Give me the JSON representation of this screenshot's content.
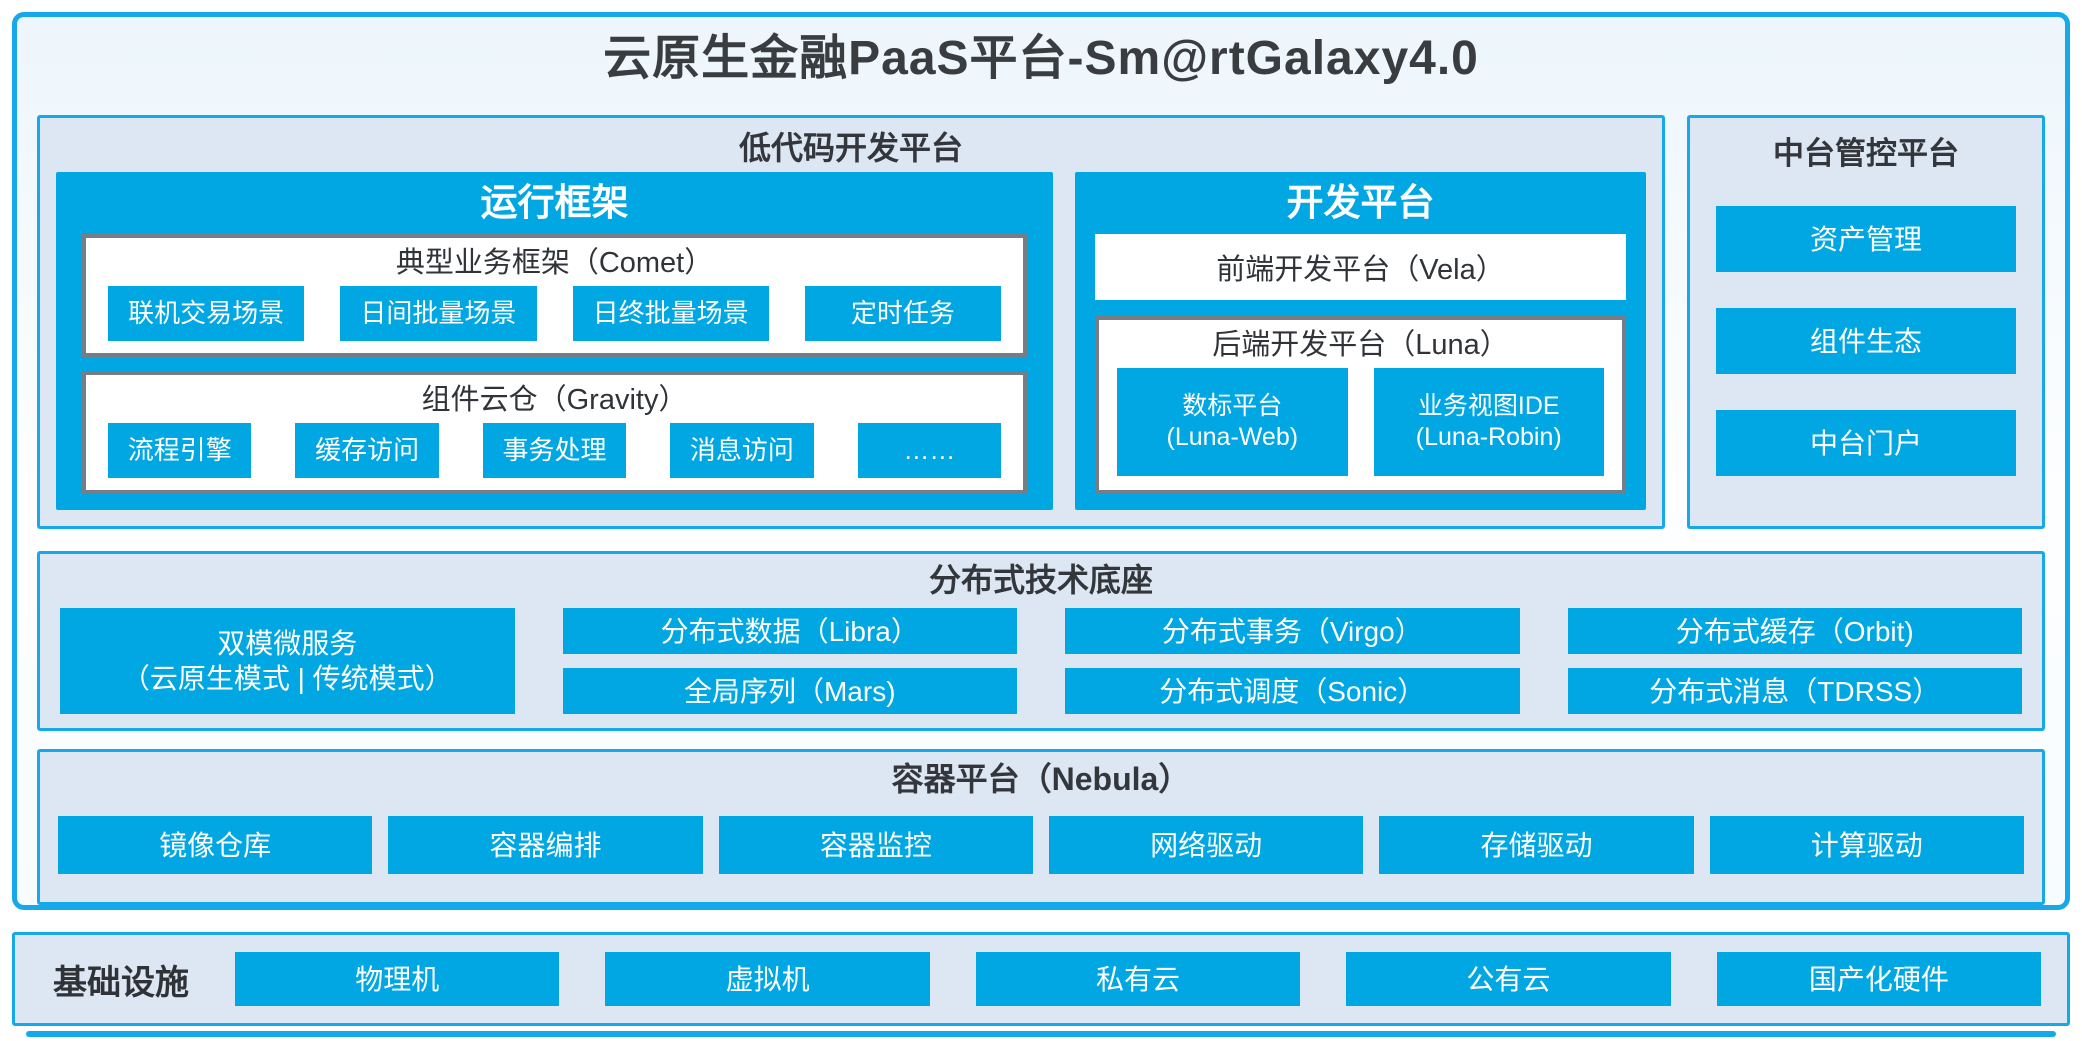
{
  "page_title": "云原生金融PaaS平台-Sm@rtGalaxy4.0",
  "colors": {
    "accent_blue": "#00a7e2",
    "border_blue": "#16a9e9",
    "panel_background": "#dce7f3",
    "card_border_gray": "#767d86",
    "text_dark": "#3a3d40",
    "text_on_blue": "#ffffff"
  },
  "lowcode": {
    "title": "低代码开发平台",
    "runtime": {
      "title": "运行框架",
      "comet": {
        "title": "典型业务框架（Comet）",
        "items": [
          "联机交易场景",
          "日间批量场景",
          "日终批量场景",
          "定时任务"
        ]
      },
      "gravity": {
        "title": "组件云仓（Gravity）",
        "items": [
          "流程引擎",
          "缓存访问",
          "事务处理",
          "消息访问",
          "……"
        ]
      }
    },
    "dev": {
      "title": "开发平台",
      "vela": "前端开发平台（Vela）",
      "luna": {
        "title": "后端开发平台（Luna）",
        "items": [
          {
            "line1": "数标平台",
            "line2": "(Luna-Web)"
          },
          {
            "line1": "业务视图IDE",
            "line2": "(Luna-Robin)"
          }
        ]
      }
    }
  },
  "midplatform": {
    "title": "中台管控平台",
    "items": [
      "资产管理",
      "组件生态",
      "中台门户"
    ]
  },
  "distributed": {
    "title": "分布式技术底座",
    "micro": {
      "line1": "双模微服务",
      "line2": "（云原生模式 | 传统模式）"
    },
    "columns": [
      [
        "分布式数据（Libra）",
        "全局序列（Mars)"
      ],
      [
        "分布式事务（Virgo）",
        "分布式调度（Sonic）"
      ],
      [
        "分布式缓存（Orbit)",
        "分布式消息（TDRSS）"
      ]
    ]
  },
  "container_platform": {
    "title": "容器平台（Nebula）",
    "items": [
      "镜像仓库",
      "容器编排",
      "容器监控",
      "网络驱动",
      "存储驱动",
      "计算驱动"
    ]
  },
  "infrastructure": {
    "title": "基础设施",
    "items": [
      "物理机",
      "虚拟机",
      "私有云",
      "公有云",
      "国产化硬件"
    ]
  }
}
